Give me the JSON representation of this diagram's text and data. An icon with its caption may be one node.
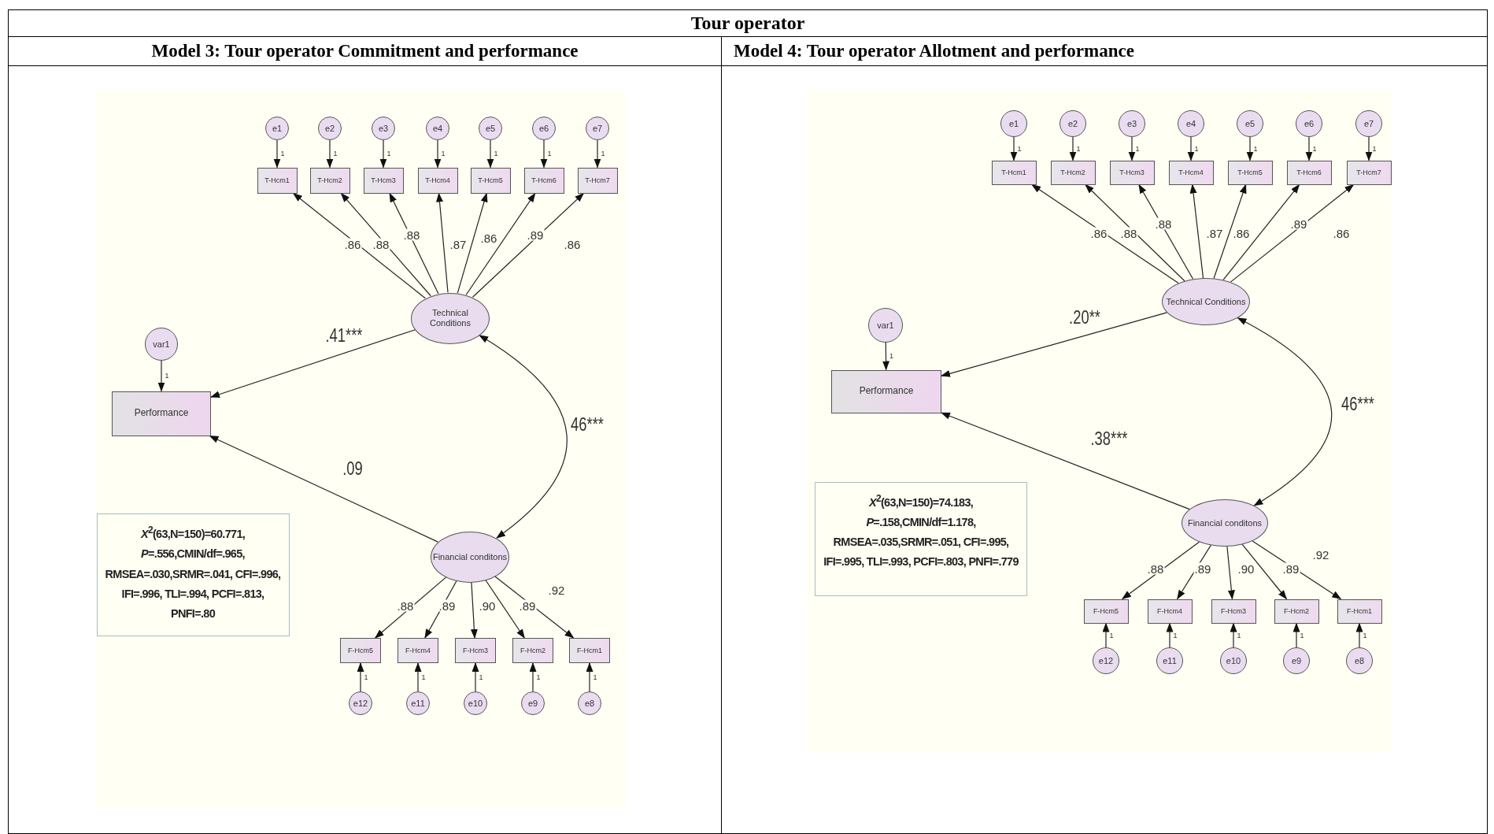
{
  "diagram": {
    "title": "Tour operator",
    "nodes": [
      {
        "text": [
          "Model 3: Tour operator Commitment and performance"
        ]
      },
      {
        "text": [
          "e1"
        ],
        "in": 0
      },
      {
        "text": [
          "e2"
        ],
        "in": 0
      },
      {
        "text": [
          "e3"
        ],
        "in": 0
      },
      {
        "text": [
          "e4"
        ],
        "in": 0
      },
      {
        "text": [
          "e5"
        ],
        "in": 0
      },
      {
        "text": [
          "e6"
        ],
        "in": 0
      },
      {
        "text": [
          "e7"
        ],
        "in": 0
      },
      {
        "text": [
          "T-Hcm1"
        ],
        "in": 0
      },
      {
        "text": [
          "T-Hcm2"
        ],
        "in": 0
      },
      {
        "text": [
          "T-Hcm3"
        ],
        "in": 0
      },
      {
        "text": [
          "T-Hcm4"
        ],
        "in": 0
      },
      {
        "text": [
          "T-Hcm5"
        ],
        "in": 0
      },
      {
        "text": [
          "T-Hcm6"
        ],
        "in": 0
      },
      {
        "text": [
          "T-Hcm7"
        ],
        "in": 0
      },
      {
        "text": [
          "var1"
        ],
        "in": 0
      },
      {
        "text": [
          "Technical Conditions"
        ],
        "in": 0
      },
      {
        "text": [
          "Performance"
        ],
        "in": 0
      },
      {
        "text": [
          "Financial conditons"
        ],
        "in": 0
      },
      {
        "text": [
          "*X*$^{2}$(63,N=150)=60.771, *P*=.556,CMIN/df=.965, RMSEA=.030,SRMR=.041, CFI=.996, IFI=.996, TLI=.994, PCFI=.813, PNFI=.80"
        ],
        "in": 0
      },
      {
        "text": [
          "F-Hcm5"
        ],
        "in": 0
      },
      {
        "text": [
          "F-Hcm4"
        ],
        "in": 0
      },
      {
        "text": [
          "F-Hcm3"
        ],
        "in": 0
      },
      {
        "text": [
          "F-Hcm2"
        ],
        "in": 0
      },
      {
        "text": [
          "F-Hcm1"
        ],
        "in": 0
      },
      {
        "text": [
          "e12"
        ],
        "in": 0
      },
      {
        "text": [
          "e11"
        ],
        "in": 0
      },
      {
        "text": [
          "e10"
        ],
        "in": 0
      },
      {
        "text": [
          "e9"
        ],
        "in": 0
      },
      {
        "text": [
          "e8"
        ],
        "in": 0
      },
      {
        "text": [
          "Model 4: Tour operator Allotment and performance"
        ]
      },
      {
        "text": [
          "e1"
        ],
        "in": 30
      },
      {
        "text": [
          "e2"
        ],
        "in": 30
      },
      {
        "text": [
          "e3"
        ],
        "in": 30
      },
      {
        "text": [
          "e4"
        ],
        "in": 30
      },
      {
        "text": [
          "e5"
        ],
        "in": 30
      },
      {
        "text": [
          "e6"
        ],
        "in": 30
      },
      {
        "text": [
          "e7"
        ],
        "in": 30
      },
      {
        "text": [
          "T-Hcm1"
        ],
        "in": 30
      },
      {
        "text": [
          "T-Hcm2"
        ],
        "in": 30
      },
      {
        "text": [
          "T-Hcm3"
        ],
        "in": 30
      },
      {
        "text": [
          "T-Hcm4"
        ],
        "in": 30
      },
      {
        "text": [
          "T-Hcm5"
        ],
        "in": 30
      },
      {
        "text": [
          "T-Hcm6"
        ],
        "in": 30
      },
      {
        "text": [
          "T-Hcm7"
        ],
        "in": 30
      },
      {
        "text": [
          "var1"
        ],
        "in": 30
      },
      {
        "text": [
          "Technical Conditions"
        ],
        "in": 30
      },
      {
        "text": [
          "Performance"
        ],
        "in": 30
      },
      {
        "text": [
          "Financial conditons"
        ],
        "in": 30
      },
      {
        "text": [
          "*X*$^{2}$(63,N=150)=74.183, *P*=.158,CMIN/df=1.178, RMSEA=.035,SRMR=.051, CFI=.995, IFI=.995, TLI=.993, PCFI=.803, PNFI=.779"
        ],
        "in": 30
      },
      {
        "text": [
          "F-Hcm5"
        ],
        "in": 30
      },
      {
        "text": [
          "F-Hcm4"
        ],
        "in": 30
      },
      {
        "text": [
          "F-Hcm3"
        ],
        "in": 30
      },
      {
        "text": [
          "F-Hcm2"
        ],
        "in": 30
      },
      {
        "text": [
          "F-Hcm1"
        ],
        "in": 30
      },
      {
        "text": [
          "e12"
        ],
        "in": 30
      },
      {
        "text": [
          "e11"
        ],
        "in": 30
      },
      {
        "text": [
          "e10"
        ],
        "in": 30
      },
      {
        "text": [
          "e9"
        ],
        "in": 30
      },
      {
        "text": [
          "e8"
        ],
        "in": 30
      }
    ],
    "edges": [
      {
        "from": 1,
        "to": 8,
        "arrow": "to",
        "label": "1"
      },
      {
        "from": 2,
        "to": 9,
        "arrow": "to",
        "label": "1"
      },
      {
        "from": 3,
        "to": 10,
        "arrow": "to",
        "label": "1"
      },
      {
        "from": 4,
        "to": 11,
        "arrow": "to",
        "label": "1"
      },
      {
        "from": 5,
        "to": 12,
        "arrow": "to",
        "label": "1"
      },
      {
        "from": 6,
        "to": 13,
        "arrow": "to",
        "label": "1"
      },
      {
        "from": 7,
        "to": 14,
        "arrow": "to",
        "label": "1"
      },
      {
        "from": 16,
        "to": 8,
        "arrow": "to",
        "label": ".86"
      },
      {
        "from": 16,
        "to": 9,
        "arrow": "to",
        "label": ".88"
      },
      {
        "from": 16,
        "to": 10,
        "arrow": "to",
        "label": ".88"
      },
      {
        "from": 16,
        "to": 11,
        "arrow": "to",
        "label": ".87"
      },
      {
        "from": 16,
        "to": 12,
        "arrow": "to",
        "label": ".86"
      },
      {
        "from": 16,
        "to": 13,
        "arrow": "to",
        "label": ".89"
      },
      {
        "from": 16,
        "to": 14,
        "arrow": "to",
        "label": ".86"
      },
      {
        "from": 15,
        "to": 17,
        "arrow": "to",
        "label": "1"
      },
      {
        "from": 16,
        "to": 17,
        "arrow": "to",
        "label": ".41***"
      },
      {
        "from": 18,
        "to": 17,
        "arrow": "to",
        "label": ".09"
      },
      {
        "from": 16,
        "to": 18,
        "arrow": "both",
        "label": "46***"
      },
      {
        "from": 18,
        "to": 20,
        "arrow": "to",
        "label": ".88"
      },
      {
        "from": 18,
        "to": 21,
        "arrow": "to",
        "label": ".89"
      },
      {
        "from": 18,
        "to": 22,
        "arrow": "to",
        "label": ".90"
      },
      {
        "from": 18,
        "to": 23,
        "arrow": "to",
        "label": ".89"
      },
      {
        "from": 18,
        "to": 24,
        "arrow": "to",
        "label": ".92"
      },
      {
        "from": 25,
        "to": 20,
        "arrow": "to",
        "label": "1"
      },
      {
        "from": 26,
        "to": 21,
        "arrow": "to",
        "label": "1"
      },
      {
        "from": 27,
        "to": 22,
        "arrow": "to",
        "label": "1"
      },
      {
        "from": 28,
        "to": 23,
        "arrow": "to",
        "label": "1"
      },
      {
        "from": 29,
        "to": 24,
        "arrow": "to",
        "label": "1"
      },
      {
        "from": 31,
        "to": 38,
        "arrow": "to",
        "label": "1"
      },
      {
        "from": 32,
        "to": 39,
        "arrow": "to",
        "label": "1"
      },
      {
        "from": 33,
        "to": 40,
        "arrow": "to",
        "label": "1"
      },
      {
        "from": 34,
        "to": 41,
        "arrow": "to",
        "label": "1"
      },
      {
        "from": 35,
        "to": 42,
        "arrow": "to",
        "label": "1"
      },
      {
        "from": 36,
        "to": 43,
        "arrow": "to",
        "label": "1"
      },
      {
        "from": 37,
        "to": 44,
        "arrow": "to",
        "label": "1"
      },
      {
        "from": 46,
        "to": 38,
        "arrow": "to",
        "label": ".86"
      },
      {
        "from": 46,
        "to": 39,
        "arrow": "to",
        "label": ".88"
      },
      {
        "from": 46,
        "to": 40,
        "arrow": "to",
        "label": ".88"
      },
      {
        "from": 46,
        "to": 41,
        "arrow": "to",
        "label": ".87"
      },
      {
        "from": 46,
        "to": 42,
        "arrow": "to",
        "label": ".86"
      },
      {
        "from": 46,
        "to": 43,
        "arrow": "to",
        "label": ".89"
      },
      {
        "from": 46,
        "to": 44,
        "arrow": "to",
        "label": ".86"
      },
      {
        "from": 45,
        "to": 47,
        "arrow": "to",
        "label": "1"
      },
      {
        "from": 46,
        "to": 47,
        "arrow": "to",
        "label": ".20**"
      },
      {
        "from": 48,
        "to": 47,
        "arrow": "to",
        "label": ".38***"
      },
      {
        "from": 46,
        "to": 48,
        "arrow": "both",
        "label": "46***"
      },
      {
        "from": 48,
        "to": 50,
        "arrow": "to",
        "label": ".88"
      },
      {
        "from": 48,
        "to": 51,
        "arrow": "to",
        "label": ".89"
      },
      {
        "from": 48,
        "to": 52,
        "arrow": "to",
        "label": ".90"
      },
      {
        "from": 48,
        "to": 53,
        "arrow": "to",
        "label": ".89"
      },
      {
        "from": 48,
        "to": 54,
        "arrow": "to",
        "label": ".92"
      },
      {
        "from": 55,
        "to": 50,
        "arrow": "to",
        "label": "1"
      },
      {
        "from": 56,
        "to": 51,
        "arrow": "to",
        "label": "1"
      },
      {
        "from": 57,
        "to": 52,
        "arrow": "to",
        "label": "1"
      },
      {
        "from": 58,
        "to": 53,
        "arrow": "to",
        "label": "1"
      },
      {
        "from": 59,
        "to": 54,
        "arrow": "to",
        "label": "1"
      }
    ]
  }
}
